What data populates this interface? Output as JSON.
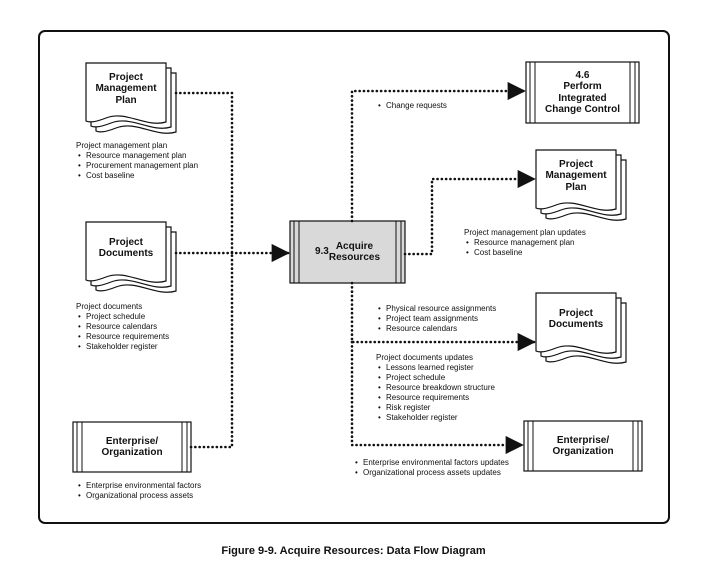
{
  "nodes": {
    "pmp_in": "Project\nManagement\nPlan",
    "docs_in": "Project\nDocuments",
    "ent_in": "Enterprise/\nOrganization",
    "process_id": "9.3",
    "process_name": "Acquire\nResources",
    "icc": "4.6\nPerform\nIntegrated\nChange Control",
    "pmp_out": "Project\nManagement\nPlan",
    "docs_out": "Project\nDocuments",
    "ent_out": "Enterprise/\nOrganization"
  },
  "notes": {
    "pmp_in": {
      "title": "Project management plan",
      "items": [
        "Resource management plan",
        "Procurement management plan",
        "Cost baseline"
      ]
    },
    "docs_in": {
      "title": "Project documents",
      "items": [
        "Project schedule",
        "Resource calendars",
        "Resource requirements",
        "Stakeholder register"
      ]
    },
    "ent_in": {
      "items": [
        "Enterprise environmental factors",
        "Organizational process assets"
      ]
    },
    "icc": {
      "items": [
        "Change requests"
      ]
    },
    "pmp_out": {
      "title": "Project management plan updates",
      "items": [
        "Resource management plan",
        "Cost baseline"
      ]
    },
    "assign": {
      "items": [
        "Physical resource assignments",
        "Project team assignments",
        "Resource calendars"
      ]
    },
    "docs_out": {
      "title": "Project documents updates",
      "items": [
        "Lessons learned register",
        "Project schedule",
        "Resource breakdown structure",
        "Resource requirements",
        "Risk register",
        "Stakeholder register"
      ]
    },
    "ent_out": {
      "items": [
        "Enterprise environmental factors updates",
        "Organizational process assets updates"
      ]
    }
  },
  "caption": "Figure 9-9. Acquire Resources: Data Flow Diagram"
}
